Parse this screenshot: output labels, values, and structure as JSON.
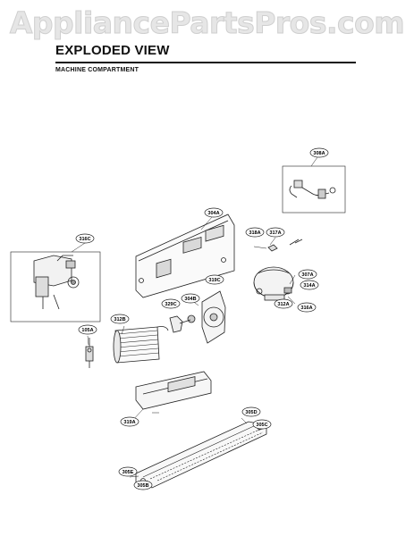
{
  "watermark": "AppliancePartsPros.com",
  "title": "EXPLODED VIEW",
  "subtitle": "MACHINE COMPARTMENT",
  "callouts": [
    "308A",
    "304A",
    "318A",
    "317A",
    "316C",
    "307A",
    "314A",
    "312A",
    "316A",
    "319C",
    "329C",
    "304B",
    "312B",
    "105A",
    "319A",
    "305D",
    "305C",
    "305E",
    "305B"
  ]
}
